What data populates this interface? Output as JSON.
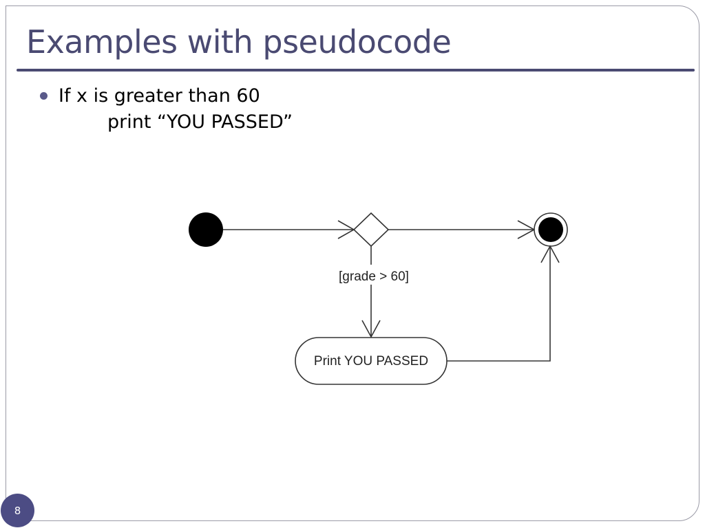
{
  "slide": {
    "title": "Examples with pseudocode",
    "bullet_line1": "If x is greater than 60",
    "bullet_line2": "print “YOU PASSED”",
    "page_number": "8"
  },
  "diagram": {
    "guard_label": "[grade > 60]",
    "action_label": "Print YOU PASSED"
  }
}
